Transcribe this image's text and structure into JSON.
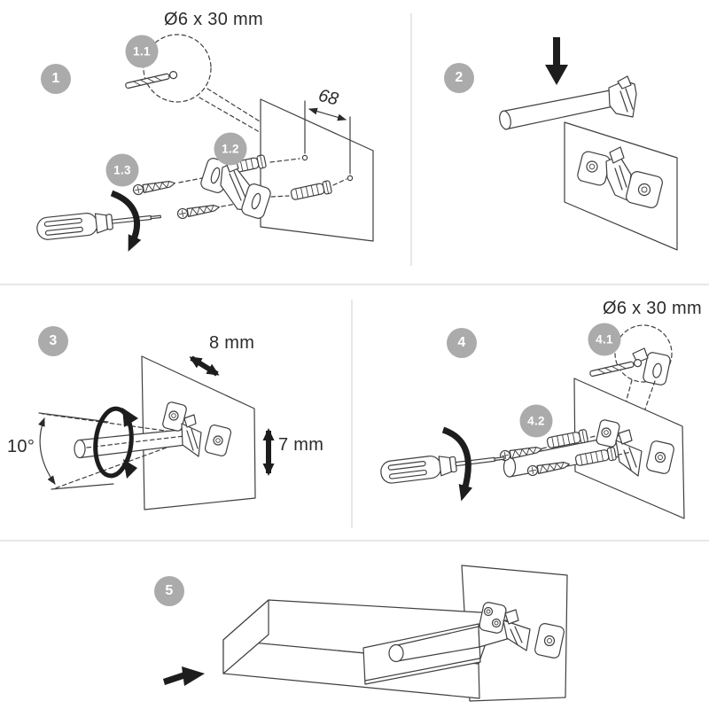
{
  "meta": {
    "background": "#ffffff",
    "line_color": "#3f3f3f",
    "arrow_color": "#1d1d1d",
    "badge_color": "#ababab",
    "badge_text_color": "#ffffff",
    "divider_color": "#e7e7e7",
    "text_color": "#2b2b2b"
  },
  "badges": {
    "step1": "1",
    "step1_1": "1.1",
    "step1_2": "1.2",
    "step1_3": "1.3",
    "step2": "2",
    "step3": "3",
    "step4": "4",
    "step4_1": "4.1",
    "step4_2": "4.2",
    "step5": "5"
  },
  "labels": {
    "step1_drill_size": "Ø6 x 30 mm",
    "step1_hole_spacing": "68",
    "step3_horizontal_play": "8 mm",
    "step3_angle": "10°",
    "step3_vertical_play": "7 mm",
    "step4_drill_size": "Ø6 x 30 mm"
  },
  "icons": {
    "down_arrow": "filled-down-arrow",
    "right_arrow": "filled-right-arrow",
    "rotate_clockwise": "curved-rotation-arrow",
    "double_arrow": "double-headed-adjustment-arrow",
    "rotation_ring": "elliptical-rotation-arrows"
  }
}
